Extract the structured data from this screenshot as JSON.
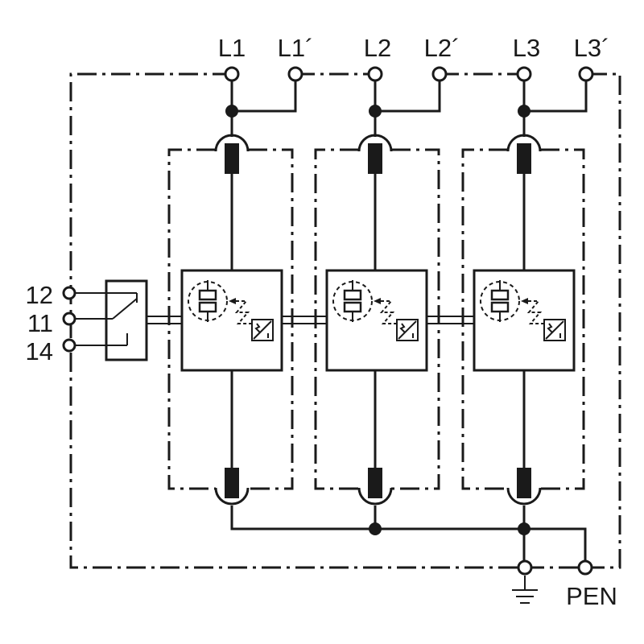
{
  "terminals": {
    "top": [
      "L1",
      "L1´",
      "L2",
      "L2´",
      "L3",
      "L3´"
    ],
    "aux": [
      "12",
      "11",
      "14"
    ],
    "pen": "PEN"
  },
  "icons": {
    "earth": "earth-ground-icon",
    "spark_gap": "spark-gap-icon",
    "disconnector": "thermal-disconnector-icon",
    "switch": "changeover-contact-icon"
  }
}
